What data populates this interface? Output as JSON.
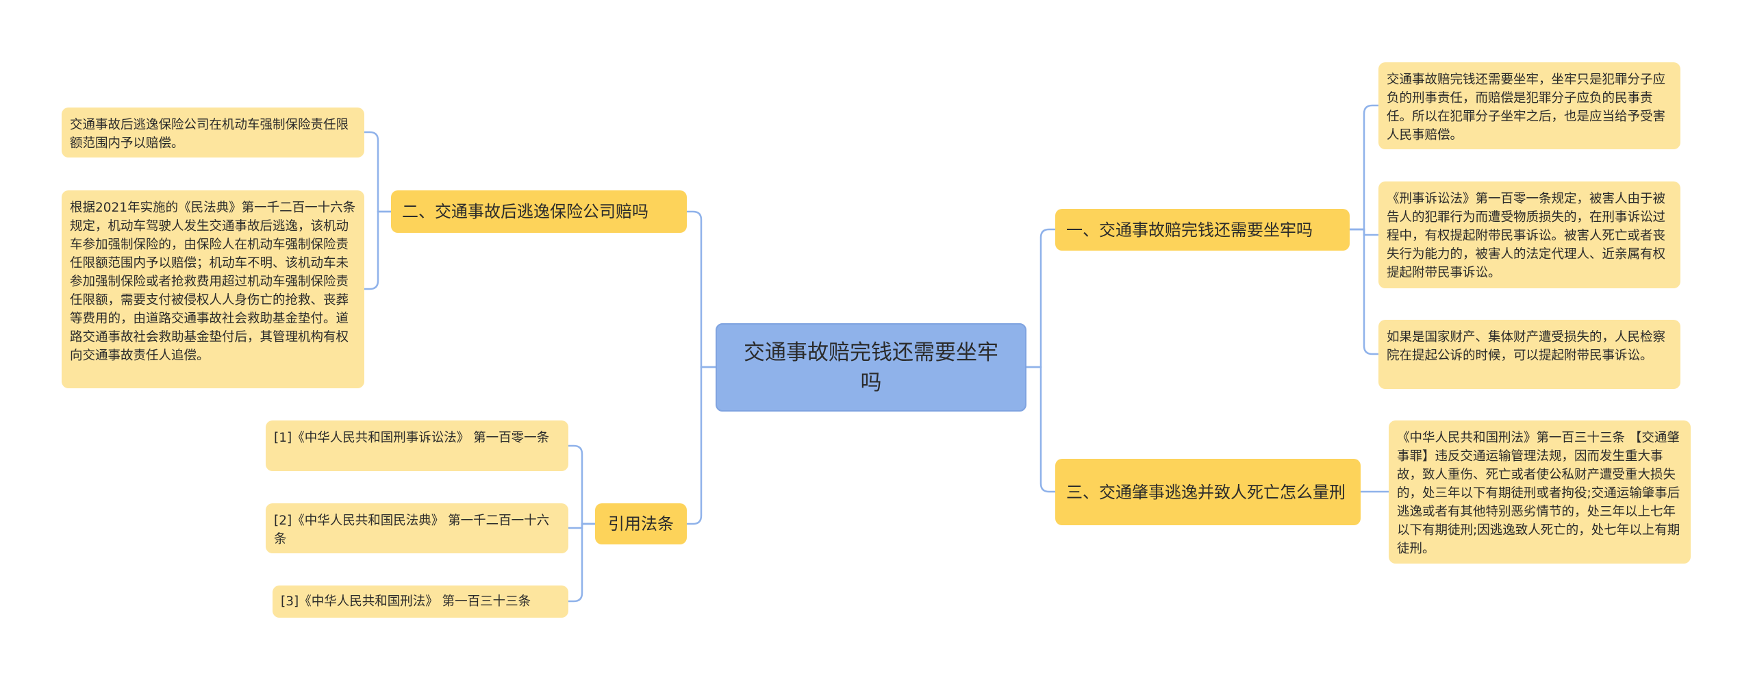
{
  "root": {
    "label": "交通事故赔完钱还需要坐牢吗"
  },
  "right_branches": [
    {
      "label": "一、交通事故赔完钱还需要坐牢吗",
      "children": [
        "交通事故赔完钱还需要坐牢，坐牢只是犯罪分子应负的刑事责任，而赔偿是犯罪分子应负的民事责任。所以在犯罪分子坐牢之后，也是应当给予受害人民事赔偿。",
        "《刑事诉讼法》第一百零一条规定，被害人由于被告人的犯罪行为而遭受物质损失的，在刑事诉讼过程中，有权提起附带民事诉讼。被害人死亡或者丧失行为能力的，被害人的法定代理人、近亲属有权提起附带民事诉讼。",
        "如果是国家财产、集体财产遭受损失的，人民检察院在提起公诉的时候，可以提起附带民事诉讼。"
      ]
    },
    {
      "label": "三、交通肇事逃逸并致人死亡怎么量刑",
      "children": [
        "《中华人民共和国刑法》第一百三十三条 【交通肇事罪】违反交通运输管理法规，因而发生重大事故，致人重伤、死亡或者使公私财产遭受重大损失的，处三年以下有期徒刑或者拘役;交通运输肇事后逃逸或者有其他特别恶劣情节的，处三年以上七年以下有期徒刑;因逃逸致人死亡的，处七年以上有期徒刑。"
      ]
    }
  ],
  "left_branches": [
    {
      "label": "二、交通事故后逃逸保险公司赔吗",
      "children": [
        "交通事故后逃逸保险公司在机动车强制保险责任限额范围内予以赔偿。",
        "根据2021年实施的《民法典》第一千二百一十六条规定，机动车驾驶人发生交通事故后逃逸，该机动车参加强制保险的，由保险人在机动车强制保险责任限额范围内予以赔偿；机动车不明、该机动车未参加强制保险或者抢救费用超过机动车强制保险责任限额，需要支付被侵权人人身伤亡的抢救、丧葬等费用的，由道路交通事故社会救助基金垫付。道路交通事故社会救助基金垫付后，其管理机构有权向交通事故责任人追偿。"
      ]
    },
    {
      "label": "引用法条",
      "children": [
        "[1]《中华人民共和国刑事诉讼法》 第一百零一条",
        "[2]《中华人民共和国民法典》 第一千二百一十六条",
        "[3]《中华人民共和国刑法》 第一百三十三条"
      ]
    }
  ],
  "colors": {
    "root": "#8fb2ea",
    "branch": "#fdd35a",
    "leaf": "#fde59e",
    "link": "#8fb2ea"
  }
}
